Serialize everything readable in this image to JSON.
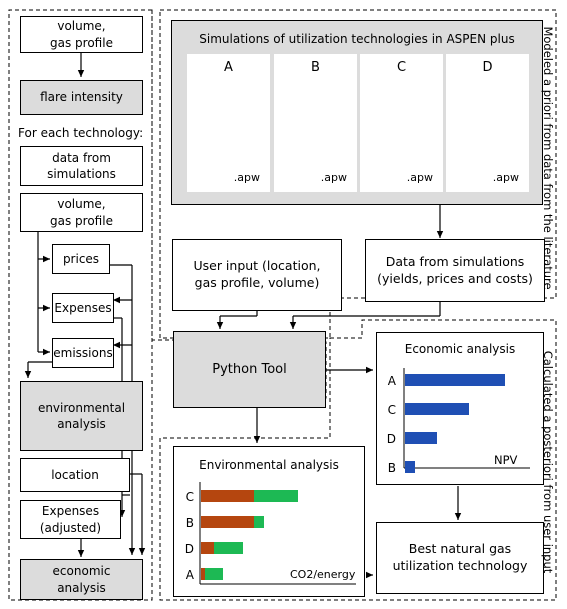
{
  "left": {
    "volume_gas_profile": "volume,\ngas profile",
    "flare_intensity": "flare intensity",
    "for_each_technology": "For each technology:",
    "data_from_simulations": "data from\nsimulations",
    "volume_gas_profile_2": "volume,\ngas profile",
    "prices": "prices",
    "expenses": "Expenses",
    "emissions": "emissions",
    "environmental_analysis": "environmental\nanalysis",
    "location": "location",
    "expenses_adjusted": "Expenses\n(adjusted)",
    "economic_analysis": "economic\nanalysis"
  },
  "aspen": {
    "title": "Simulations of utilization technologies in ASPEN plus",
    "cards": [
      {
        "letter": "A",
        "ext": ".apw"
      },
      {
        "letter": "B",
        "ext": ".apw"
      },
      {
        "letter": "C",
        "ext": ".apw"
      },
      {
        "letter": "D",
        "ext": ".apw"
      }
    ]
  },
  "user_input": "User input (location,\ngas profile, volume)",
  "data_from_simulations": "Data from simulations\n(yields, prices and costs)",
  "python_tool": "Python Tool",
  "best_technology": "Best natural gas\nutilization technology",
  "side_labels": {
    "a_priori": "Modeled a priori from data from the literature",
    "a_posteriori": "Calculated a posteriori from user input"
  },
  "colors": {
    "grey_fill": "#dcdcdc",
    "npv_bar": "#1f4fb4",
    "co2_brown": "#b5460f",
    "co2_green": "#1db954"
  },
  "chart_data": [
    {
      "type": "bar",
      "title": "Economic analysis",
      "orientation": "horizontal",
      "categories": [
        "A",
        "C",
        "D",
        "B"
      ],
      "values": [
        5.0,
        3.2,
        1.6,
        0.5
      ],
      "xlabel": "NPV",
      "ylabel": "",
      "grid": false
    },
    {
      "type": "bar",
      "title": "Environmental analysis",
      "orientation": "horizontal",
      "stacked": true,
      "categories": [
        "C",
        "B",
        "D",
        "A"
      ],
      "series": [
        {
          "values": [
            5.3,
            5.3,
            1.3,
            0.4
          ]
        },
        {
          "values": [
            4.4,
            1.0,
            2.9,
            1.8
          ]
        }
      ],
      "xlabel": "CO2/energy",
      "ylabel": "",
      "grid": false
    }
  ]
}
